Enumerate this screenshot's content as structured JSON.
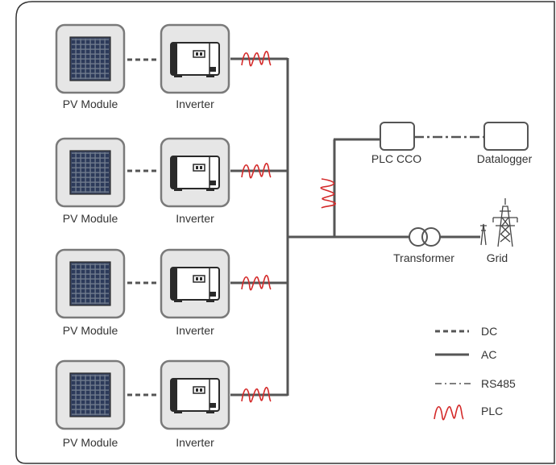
{
  "diagram": {
    "rows": [
      {
        "module_label": "PV Module",
        "inverter_label": "Inverter"
      },
      {
        "module_label": "PV Module",
        "inverter_label": "Inverter"
      },
      {
        "module_label": "PV Module",
        "inverter_label": "Inverter"
      },
      {
        "module_label": "PV Module",
        "inverter_label": "Inverter"
      }
    ],
    "plc_cco_label": "PLC CCO",
    "datalogger_label": "Datalogger",
    "transformer_label": "Transformer",
    "grid_label": "Grid",
    "legend": [
      {
        "label": "DC",
        "style": "dashed"
      },
      {
        "label": "AC",
        "style": "solid"
      },
      {
        "label": "RS485",
        "style": "dash-dot"
      },
      {
        "label": "PLC",
        "style": "wave"
      }
    ]
  },
  "colors": {
    "line": "#555555",
    "plc": "#d42a2a",
    "box_border": "#7a7a7a",
    "box_fill": "#e6e6e6",
    "panel_cell": "#2c3a5a"
  }
}
